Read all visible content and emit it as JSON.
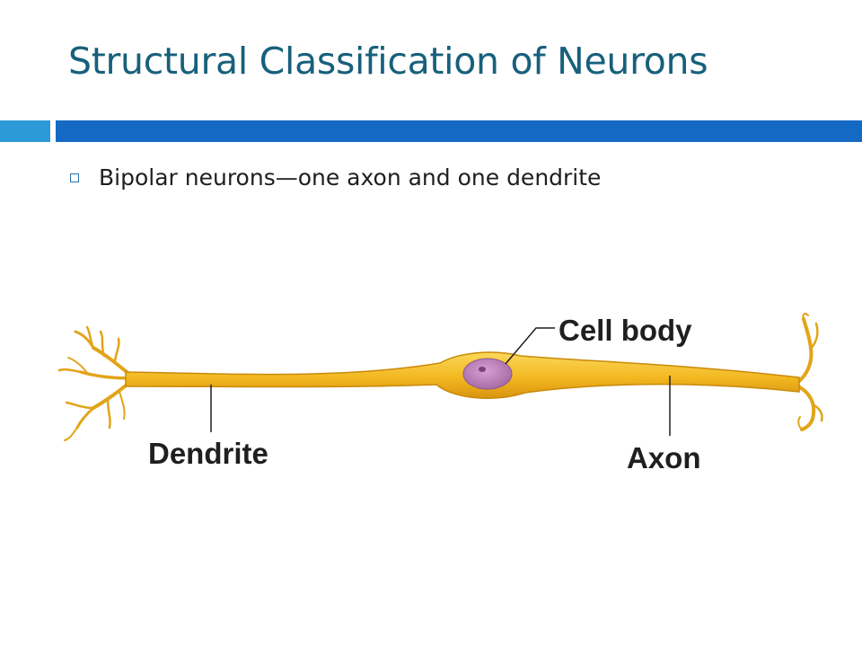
{
  "slide": {
    "title": "Structural Classification of Neurons",
    "bullets": [
      {
        "text": "Bipolar neurons—one axon and one dendrite"
      }
    ]
  },
  "diagram": {
    "labels": {
      "cell_body": "Cell body",
      "dendrite": "Dendrite",
      "axon": "Axon"
    }
  },
  "colors": {
    "title": "#17607c",
    "accent_bar": "#1469c4",
    "accent_bar_small": "#2b9ad6",
    "neuron_fill": "#f2bd2a",
    "neuron_edge": "#c98a0a",
    "nucleus": "#b27bb0"
  }
}
